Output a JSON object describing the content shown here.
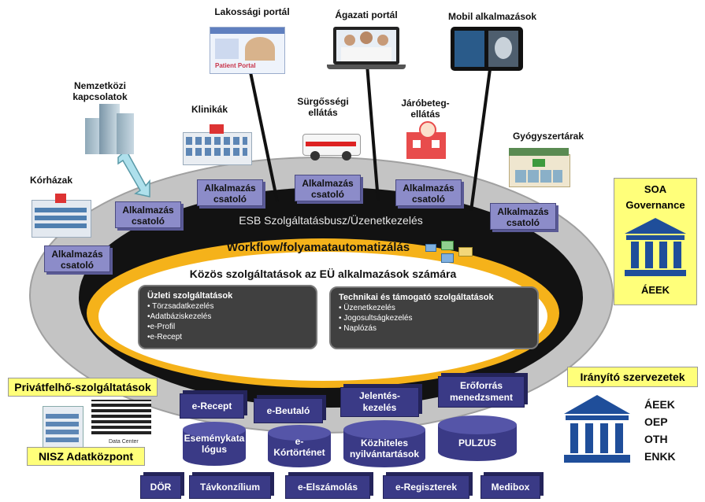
{
  "top_labels": {
    "lakossagi": "Lakossági portál",
    "agazati": "Ágazati portál",
    "mobil": "Mobil alkalmazások",
    "nemzetkozi": "Nemzetközi kapcsolatok",
    "klinikak": "Klinikák",
    "surgossegi": "Sürgősségi ellátás",
    "jarobeteg": "Járóbeteg- ellátás",
    "gyogyszertarak": "Gyógyszertárak",
    "korhazak": "Kórházak",
    "patient_portal": "Patient Portal"
  },
  "connector_label_line1": "Alkalmazás",
  "connector_label_line2": "csatoló",
  "esb": "ESB Szolgáltatásbusz/Üzenetkezelés",
  "workflow": "Workflow/folyamatautomatizálás",
  "common_services": "Közös szolgáltatások az EÜ alkalmazások számára",
  "business_services": {
    "title": "Üzleti szolgáltatások",
    "items": [
      "• Törzsadatkezelés",
      "•Adatbáziskezelés",
      "•e-Profil",
      "•e-Recept"
    ]
  },
  "technical_services": {
    "title": "Technikai és támogató szolgáltatások",
    "items": [
      "• Üzenetkezelés",
      "• Jogosultságkezelés",
      "• Naplózás"
    ]
  },
  "soa": {
    "title1": "SOA",
    "title2": "Governance",
    "org": "ÁEEK"
  },
  "iranyito": {
    "title": "Irányító szervezetek",
    "orgs": [
      "ÁEEK",
      "OEP",
      "OTH",
      "ENKK"
    ]
  },
  "privatfelho": "Privátfelhő-szolgáltatások",
  "nisz": "NISZ Adatközpont",
  "data_center": "Data Center",
  "components": {
    "erecept": "e-Recept",
    "ebeutalo": "e-Beutaló",
    "jelentes1": "Jelentés-",
    "jelentes2": "kezelés",
    "eroforras1": "Erőforrás",
    "eroforras2": "menedzsment",
    "esemeny1": "Eseménykata",
    "esemeny2": "lógus",
    "ekort1": "e-",
    "ekort2": "Kórtörténet",
    "kozhiteles1": "Közhiteles",
    "kozhiteles2": "nyilvántartások",
    "pulzus": "PULZUS",
    "dor": "DÖR",
    "tavkonzilium": "Távkonzílium",
    "eelszamolas": "e-Elszámolás",
    "eregiszterek": "e-Regiszterek",
    "medibox": "Medibox"
  },
  "colors": {
    "ring_gray": "#bfbfbf",
    "ring_black": "#111111",
    "ring_yellow": "#f5b21a",
    "connector": "#8c8cc9",
    "db_blue": "#3a3a86",
    "highlight": "#ffff7a",
    "governance_blue": "#1f4e9a"
  }
}
